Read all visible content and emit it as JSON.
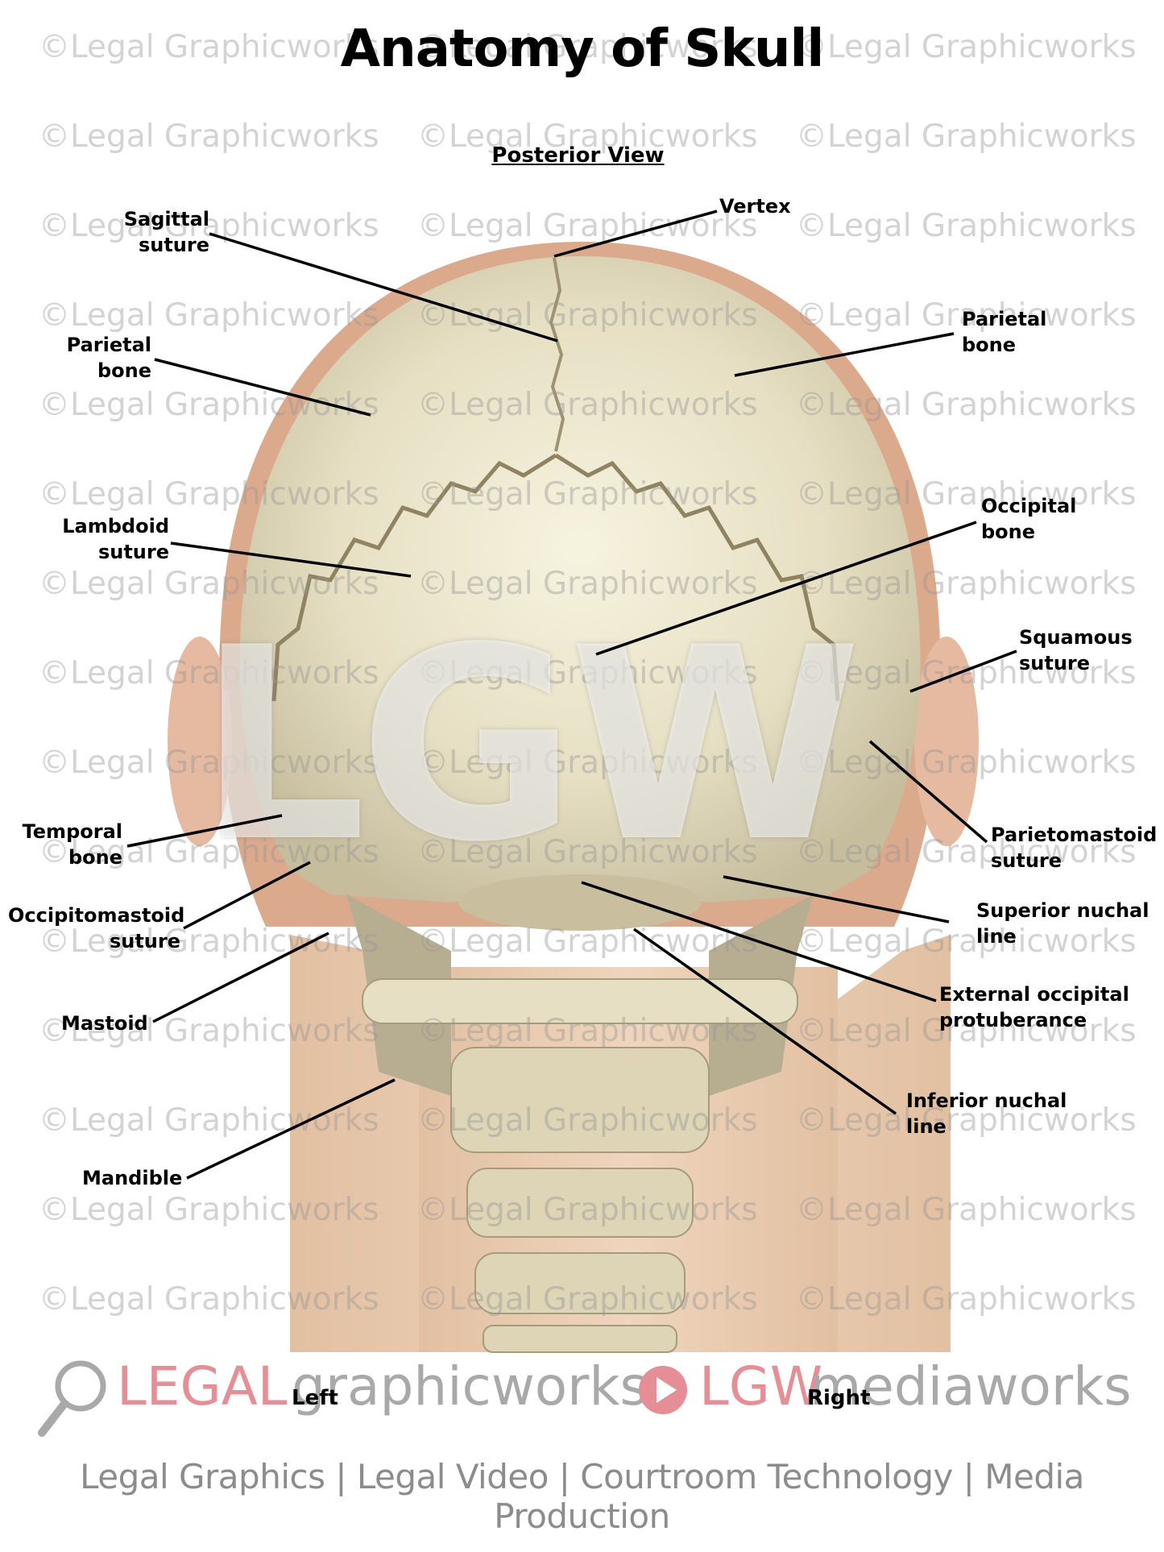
{
  "title": "Anatomy of Skull",
  "subtitle": "Posterior View",
  "watermark_text": "©Legal Graphicworks",
  "big_watermark": "LGW",
  "labels": {
    "vertex": [
      "Vertex"
    ],
    "sagittal_suture": [
      "Sagittal",
      "suture"
    ],
    "parietal_bone_left": [
      "Parietal",
      "bone"
    ],
    "parietal_bone_right": [
      "Parietal",
      "bone"
    ],
    "lambdoid_suture": [
      "Lambdoid",
      "suture"
    ],
    "occipital_bone": [
      "Occipital",
      "bone"
    ],
    "squamous_suture": [
      "Squamous",
      "suture"
    ],
    "parietomastoid_suture": [
      "Parietomastoid",
      "suture"
    ],
    "temporal_bone": [
      "Temporal",
      "bone"
    ],
    "occipitomastoid_suture": [
      "Occipitomastoid",
      "suture"
    ],
    "superior_nuchal_line": [
      "Superior nuchal",
      "line"
    ],
    "mastoid": [
      "Mastoid"
    ],
    "external_occipital_protuberance": [
      "External occipital",
      "protuberance"
    ],
    "inferior_nuchal_line": [
      "Inferior nuchal",
      "line"
    ],
    "mandible": [
      "Mandible"
    ]
  },
  "orientation": {
    "left": "Left",
    "right": "Right"
  },
  "brand": {
    "legal": "LEGAL",
    "graphicworks": "graphicworks",
    "lgw": "LGW",
    "mediaworks": "mediaworks"
  },
  "tagline": "Legal Graphics | Legal Video | Courtroom Technology | Media Production",
  "colors": {
    "brand_pink": "#e58e95",
    "brand_gray": "#a9a9a9",
    "bone": "#ece6cf",
    "skin": "#e9c9ad"
  }
}
